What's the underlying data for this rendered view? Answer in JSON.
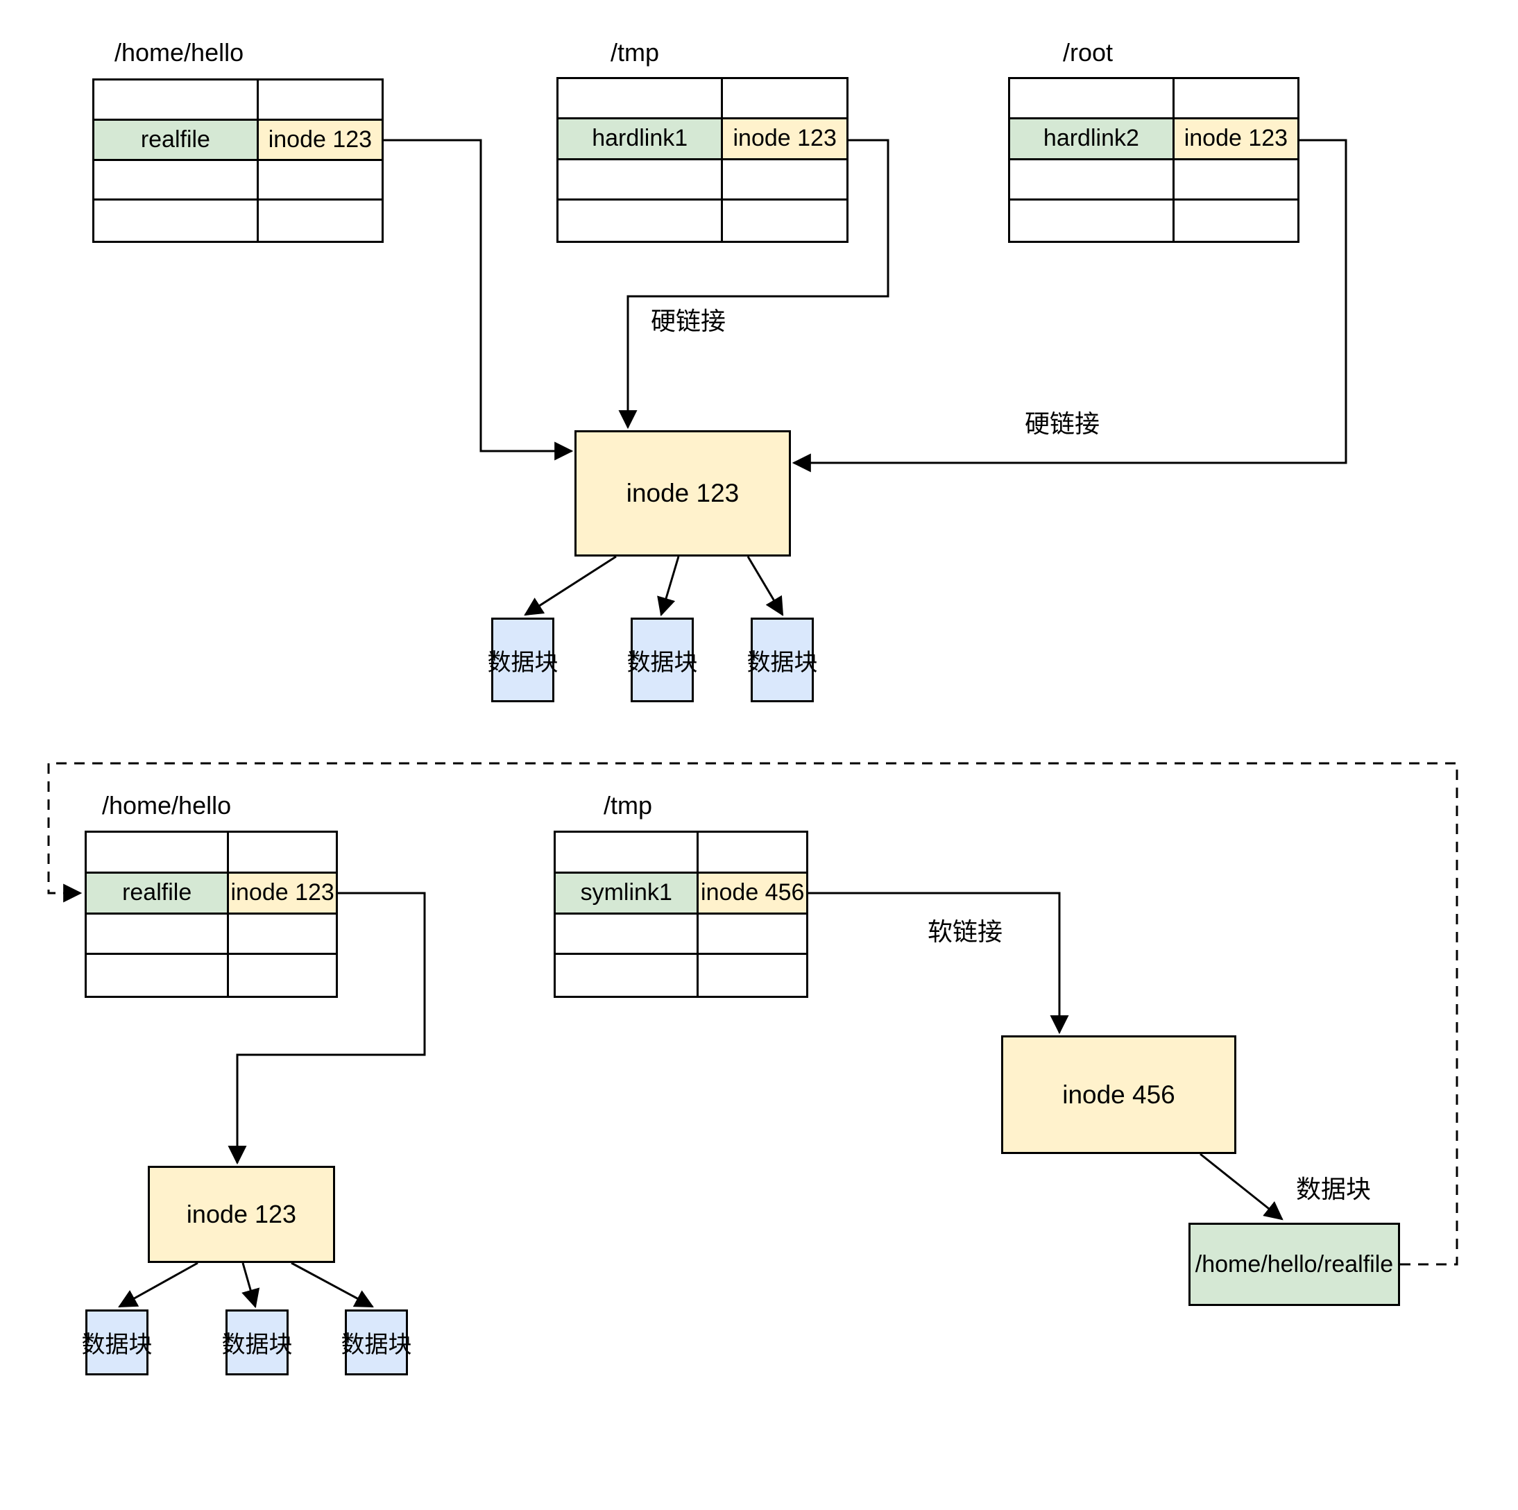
{
  "diagram": {
    "top": {
      "tables": [
        {
          "title": "/home/hello",
          "file": "realfile",
          "inode": "inode 123"
        },
        {
          "title": "/tmp",
          "file": "hardlink1",
          "inode": "inode 123"
        },
        {
          "title": "/root",
          "file": "hardlink2",
          "inode": "inode 123"
        }
      ],
      "inode_box": "inode 123",
      "hardlink_label_tmp": "硬链接",
      "hardlink_label_root": "硬链接",
      "data_blocks": [
        "数据块",
        "数据块",
        "数据块"
      ]
    },
    "bottom": {
      "tables": [
        {
          "title": "/home/hello",
          "file": "realfile",
          "inode": "inode 123"
        },
        {
          "title": "/tmp",
          "file": "symlink1",
          "inode": "inode 456"
        }
      ],
      "inode_box": "inode 123",
      "symlink_inode_box": "inode 456",
      "softlink_label": "软链接",
      "datablock_label": "数据块",
      "realfile_target_box": "/home/hello/realfile",
      "data_blocks": [
        "数据块",
        "数据块",
        "数据块"
      ]
    },
    "colors": {
      "entry_green": "#d5e8d4",
      "inode_yellow": "#fff2cc",
      "block_blue": "#dae8fc",
      "line": "#000000"
    }
  }
}
